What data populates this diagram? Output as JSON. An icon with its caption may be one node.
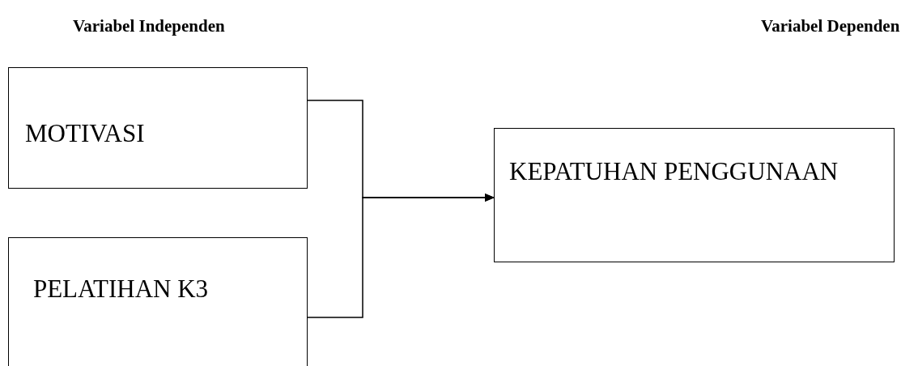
{
  "diagram": {
    "nodes": [
      {
        "text": [
          "MOTIVASI"
        ]
      },
      {
        "text": [
          "PELATIHAN K3"
        ]
      },
      {
        "text": [
          "KEPATUHAN PENGGUNAAN"
        ]
      }
    ],
    "edges": [
      {
        "from": 0,
        "to": 2,
        "arrow": "to"
      },
      {
        "from": 1,
        "to": 2,
        "arrow": "to"
      }
    ],
    "labels": [
      "Variabel Independen",
      "Variabel Dependen"
    ]
  }
}
